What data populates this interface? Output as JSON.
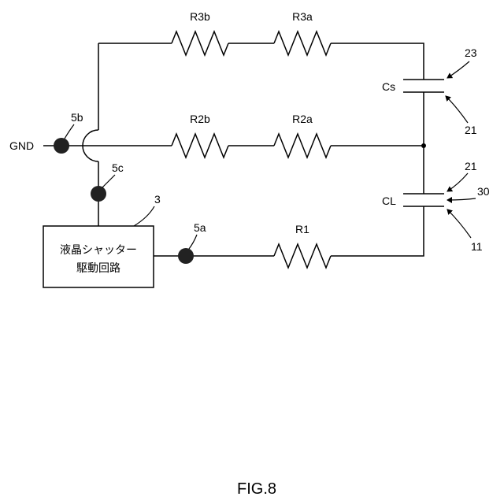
{
  "labels": {
    "gnd": "GND",
    "r3b": "R3b",
    "r3a": "R3a",
    "r2b": "R2b",
    "r2a": "R2a",
    "r1": "R1",
    "cs": "Cs",
    "cl": "CL",
    "node_5b": "5b",
    "node_5c": "5c",
    "node_5a": "5a",
    "ref_3": "3",
    "ref_23": "23",
    "ref_21_top": "21",
    "ref_21_mid": "21",
    "ref_30": "30",
    "ref_11": "11",
    "driver_line1": "液晶シャッター",
    "driver_line2": "駆動回路",
    "figure": "FIG.8"
  }
}
